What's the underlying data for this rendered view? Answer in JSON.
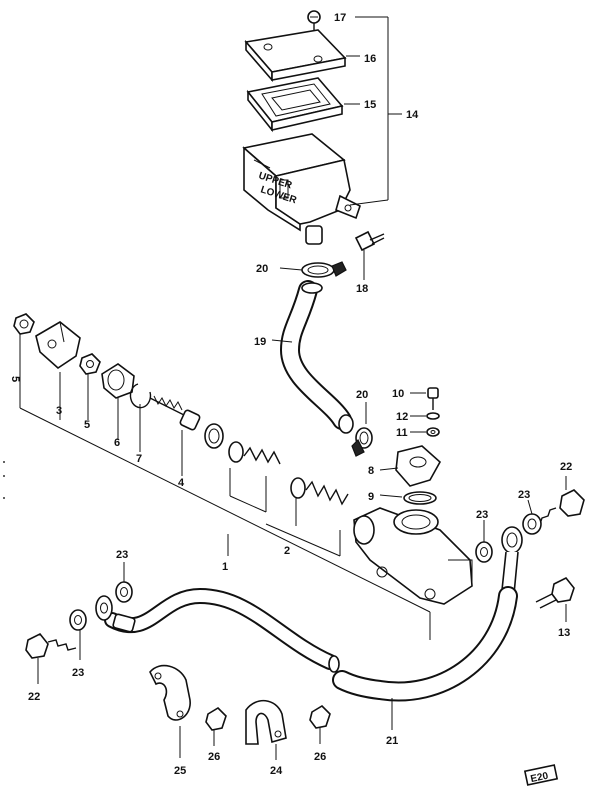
{
  "labels": {
    "p1": "1",
    "p2": "2",
    "p3": "3",
    "p4": "4",
    "p5": "5",
    "p6": "6",
    "p7": "7",
    "p8": "8",
    "p9": "9",
    "p10": "10",
    "p11": "11",
    "p12": "12",
    "p13": "13",
    "p14": "14",
    "p15": "15",
    "p16": "16",
    "p17": "17",
    "p18": "18",
    "p19": "19",
    "p20a": "20",
    "p20b": "20",
    "p21": "21",
    "p22a": "22",
    "p22b": "22",
    "p23a": "23",
    "p23b": "23",
    "p23c": "23",
    "p23d": "23",
    "p24": "24",
    "p25": "25",
    "p26a": "26",
    "p26b": "26"
  },
  "reservoir_text": {
    "upper": "UPPER",
    "lower": "LOWER"
  },
  "corner_stamp": "E20"
}
